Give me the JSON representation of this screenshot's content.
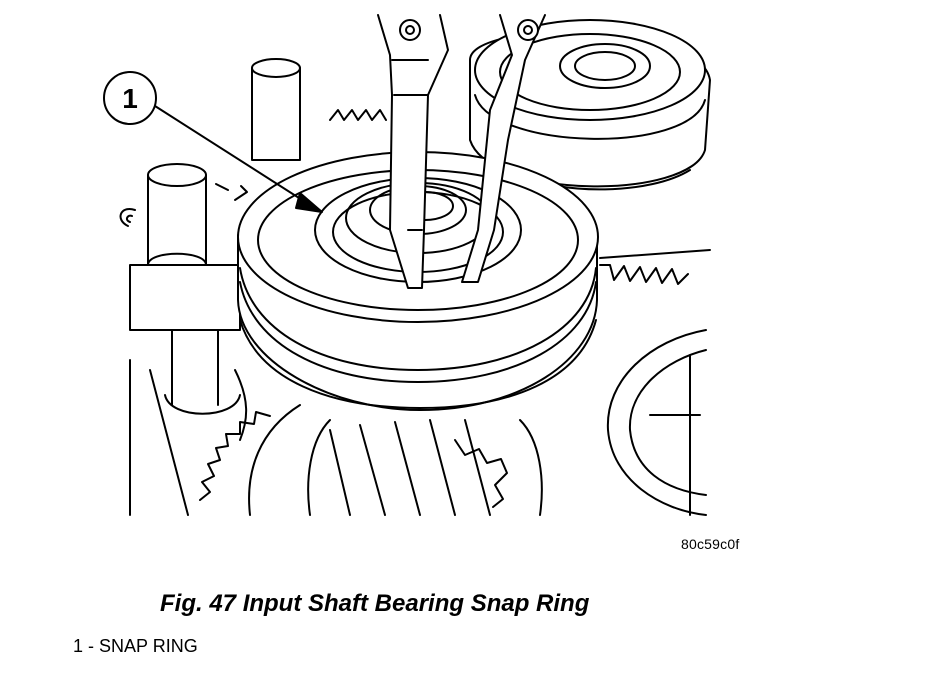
{
  "figure": {
    "callout_number": "1",
    "image_code": "80c59c0f",
    "caption": "Fig. 47 Input Shaft Bearing Snap Ring",
    "legend": "1 - SNAP RING"
  },
  "colors": {
    "line": "#000000",
    "background": "#ffffff"
  }
}
